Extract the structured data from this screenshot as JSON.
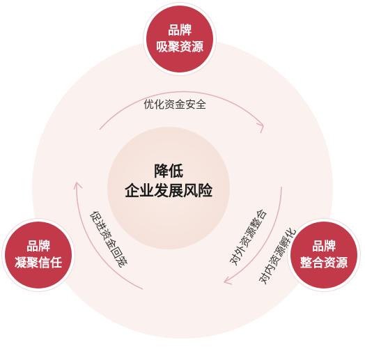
{
  "center": {
    "line1": "降低",
    "line2": "企业发展风险"
  },
  "nodes": {
    "top": {
      "line1": "品牌",
      "line2": "吸聚资源"
    },
    "left": {
      "line1": "品牌",
      "line2": "凝聚信任"
    },
    "right": {
      "line1": "品牌",
      "line2": "整合资源"
    }
  },
  "arcs": {
    "top": "优化资金安全",
    "left": "促进资金回笼",
    "right_outer": "对外资源整合",
    "right_inner": "对内资源孵化"
  },
  "colors": {
    "node_fill": "#c2394a",
    "outer_ring": "#fbf1ee",
    "inner_circle": "#f7e6df",
    "arc_stroke": "#e6aeb8"
  }
}
